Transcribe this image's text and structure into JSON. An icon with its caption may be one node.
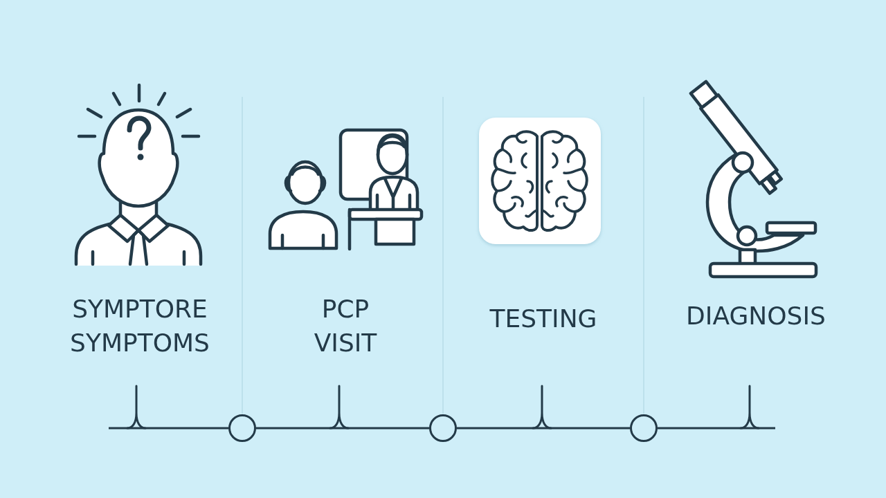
{
  "diagram": {
    "nodes": [
      {
        "text": [],
        "shape": "circle"
      },
      {
        "text": [],
        "shape": "circle"
      },
      {
        "text": [],
        "shape": "circle"
      }
    ],
    "edges": [
      {
        "from": null,
        "to": 0,
        "arrow": "none"
      },
      {
        "from": 0,
        "to": 1,
        "arrow": "none"
      },
      {
        "from": 1,
        "to": 2,
        "arrow": "none"
      },
      {
        "from": 2,
        "to": null,
        "arrow": "none"
      }
    ],
    "labels": [
      "SYMPTORE SYMPTOMS",
      "PCP VISIT",
      "TESTING",
      "DIAGNOSIS"
    ]
  }
}
